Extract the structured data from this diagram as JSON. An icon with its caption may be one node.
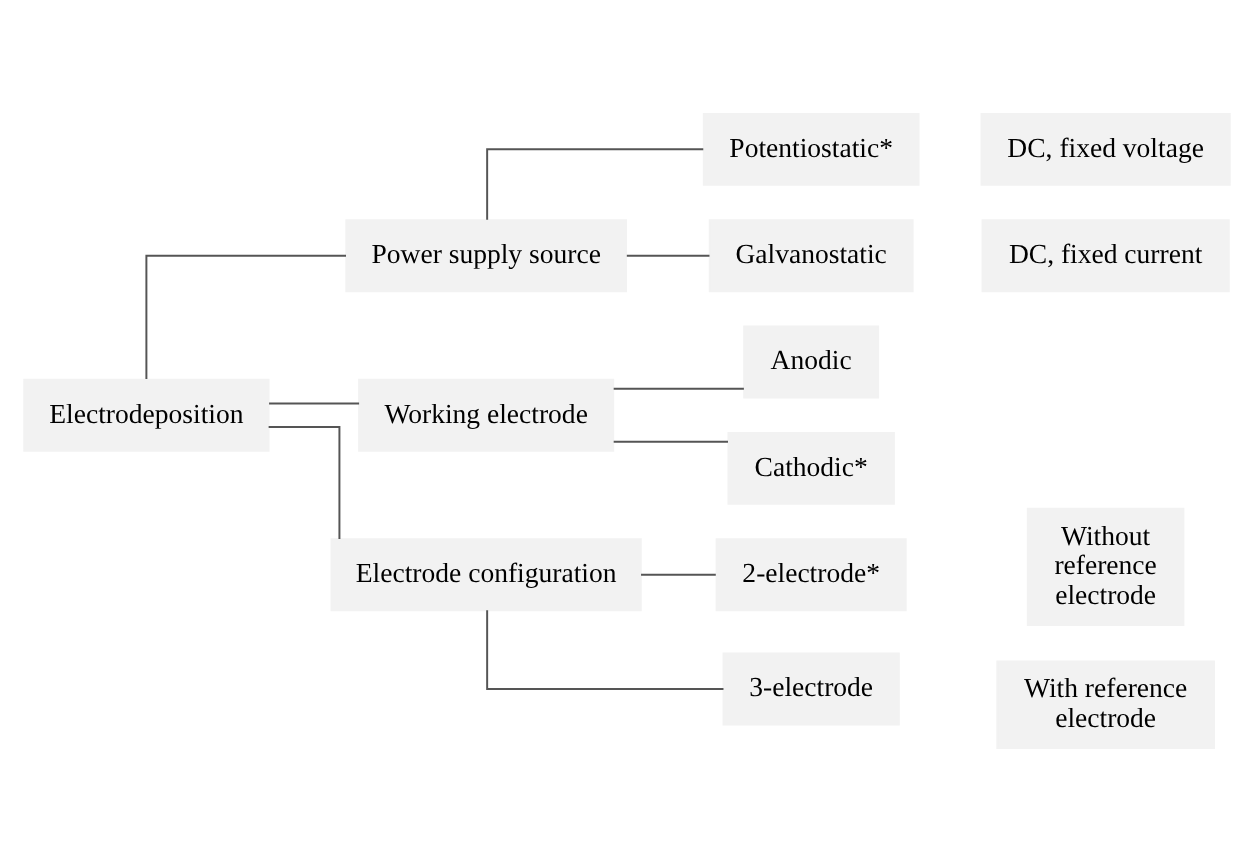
{
  "diagram": {
    "nodes": [
      {
        "text": [
          "Electrodeposition"
        ]
      },
      {
        "text": [
          "Power supply source"
        ]
      },
      {
        "text": [
          "Potentiostatic*"
        ]
      },
      {
        "text": [
          "DC, fixed voltage"
        ]
      },
      {
        "text": [
          "Galvanostatic"
        ]
      },
      {
        "text": [
          "DC, fixed current"
        ]
      },
      {
        "text": [
          "Working electrode"
        ]
      },
      {
        "text": [
          "Anodic"
        ]
      },
      {
        "text": [
          "Cathodic*"
        ]
      },
      {
        "text": [
          "Electrode configuration"
        ]
      },
      {
        "text": [
          "2-electrode*"
        ]
      },
      {
        "text": [
          "Without reference electrode"
        ]
      },
      {
        "text": [
          "3-electrode"
        ]
      },
      {
        "text": [
          "With reference electrode"
        ]
      }
    ],
    "edges": [
      {
        "from": 0,
        "to": 1,
        "arrow": "none"
      },
      {
        "from": 0,
        "to": 6,
        "arrow": "none"
      },
      {
        "from": 0,
        "to": 9,
        "arrow": "none"
      },
      {
        "from": 1,
        "to": 2,
        "arrow": "none"
      },
      {
        "from": 1,
        "to": 4,
        "arrow": "none"
      },
      {
        "from": 6,
        "to": 7,
        "arrow": "none"
      },
      {
        "from": 6,
        "to": 8,
        "arrow": "none"
      },
      {
        "from": 9,
        "to": 10,
        "arrow": "none"
      },
      {
        "from": 9,
        "to": 12,
        "arrow": "none"
      }
    ]
  }
}
